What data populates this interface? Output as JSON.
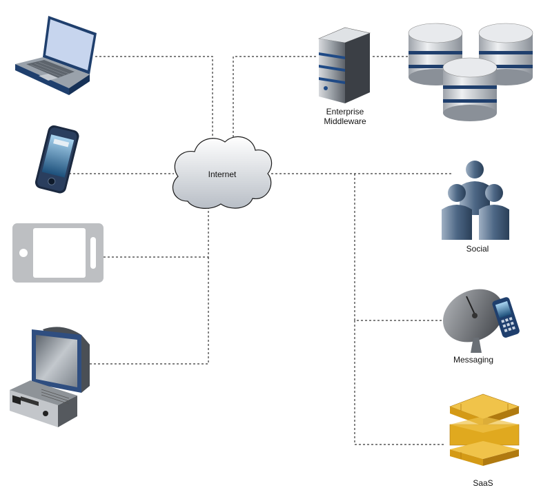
{
  "diagram": {
    "nodes": {
      "internet": {
        "label": "Internet"
      },
      "middleware": {
        "label_line1": "Enterprise",
        "label_line2": "Middleware"
      },
      "social": {
        "label": "Social"
      },
      "messaging": {
        "label": "Messaging"
      },
      "saas": {
        "label": "SaaS"
      }
    },
    "icons": {
      "laptop": "laptop-icon",
      "smartphone": "smartphone-icon",
      "tablet": "tablet-icon",
      "tv": "tv-set-top-box-icon",
      "server": "server-icon",
      "databases": "database-icon",
      "social": "people-group-icon",
      "messaging": "satellite-dish-phone-icon",
      "saas": "cloud-service-blocks-icon"
    },
    "colors": {
      "connector": "#333333",
      "device_blue": "#1f4a86",
      "saas_gold": "#e0a91f",
      "cloud_fill": "#dfe3e8"
    }
  }
}
